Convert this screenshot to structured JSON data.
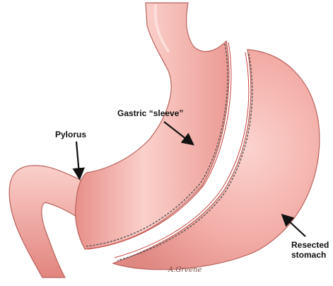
{
  "labels": {
    "gastric_sleeve": "Gastric “sleeve”",
    "pylorus": "Pylorus",
    "resected_line1": "Resected",
    "resected_line2": "stomach"
  },
  "signature": "A.Greene",
  "colors": {
    "tissue": "#f1a8a2",
    "tissue_light": "#fbd3cf",
    "tissue_dark": "#d97b75",
    "outline": "#b9625c",
    "staple": "#555555",
    "arrow": "#111111"
  }
}
